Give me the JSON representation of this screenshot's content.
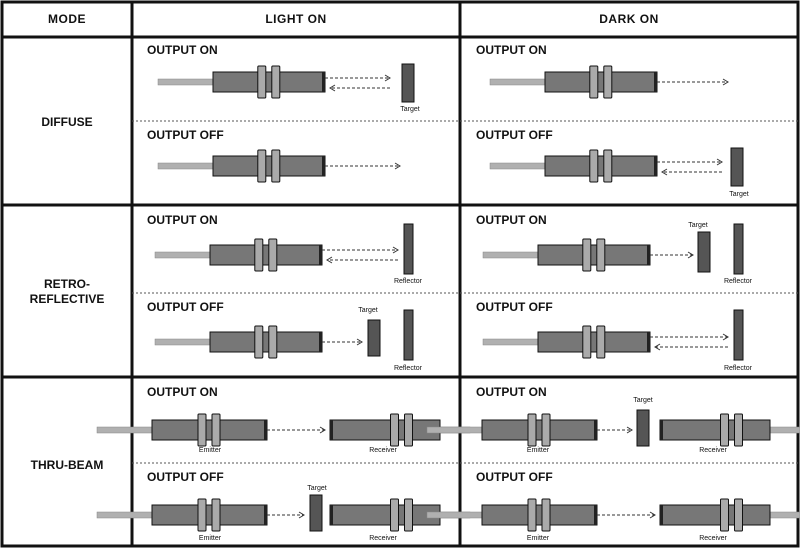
{
  "header": {
    "mode": "MODE",
    "light_on": "LIGHT ON",
    "dark_on": "DARK ON"
  },
  "rows": {
    "diffuse": {
      "label_lines": [
        "DIFFUSE"
      ]
    },
    "retro": {
      "label_lines": [
        "RETRO-",
        "REFLECTIVE"
      ]
    },
    "thru": {
      "label_lines": [
        "THRU-BEAM"
      ]
    }
  },
  "labels": {
    "output_on": "OUTPUT ON",
    "output_off": "OUTPUT OFF",
    "target": "Target",
    "reflector": "Reflector",
    "emitter": "Emitter",
    "receiver": "Receiver"
  },
  "colors": {
    "line": "#111111",
    "sensor": "#777777",
    "cable": "#b0b0b0",
    "bar": "#555555"
  }
}
